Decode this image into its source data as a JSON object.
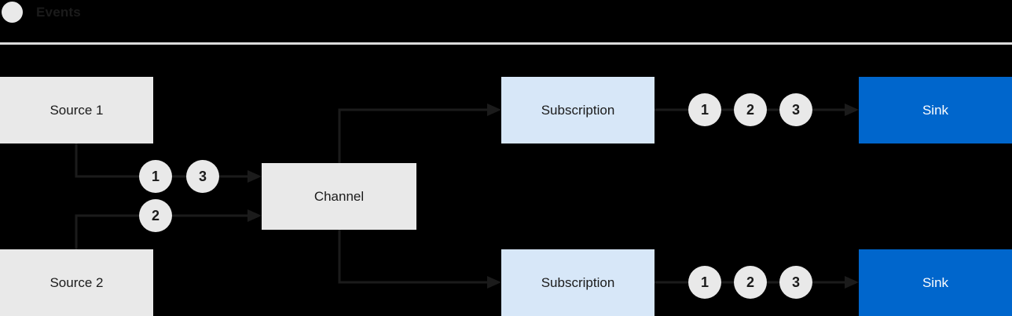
{
  "legend": {
    "label": "Events"
  },
  "colors": {
    "background": "#000000",
    "node_gray": "#e9e9e9",
    "node_light_blue": "#d7e7f8",
    "node_blue": "#0066cc",
    "event_circle": "#e9e9e9",
    "line": "#1b1b1b",
    "divider": "#dcdcdc",
    "text_dark": "#1b1b1b",
    "text_light": "#ffffff"
  },
  "nodes": {
    "source1": {
      "label": "Source 1"
    },
    "source2": {
      "label": "Source 2"
    },
    "channel": {
      "label": "Channel"
    },
    "subscription_top": {
      "label": "Subscription"
    },
    "subscription_bottom": {
      "label": "Subscription"
    },
    "sink_top": {
      "label": "Sink"
    },
    "sink_bottom": {
      "label": "Sink"
    }
  },
  "events": {
    "source1_to_channel": [
      "1",
      "3"
    ],
    "source2_to_channel": [
      "2"
    ],
    "subscription_top_to_sink": [
      "1",
      "2",
      "3"
    ],
    "subscription_bottom_to_sink": [
      "1",
      "2",
      "3"
    ]
  }
}
